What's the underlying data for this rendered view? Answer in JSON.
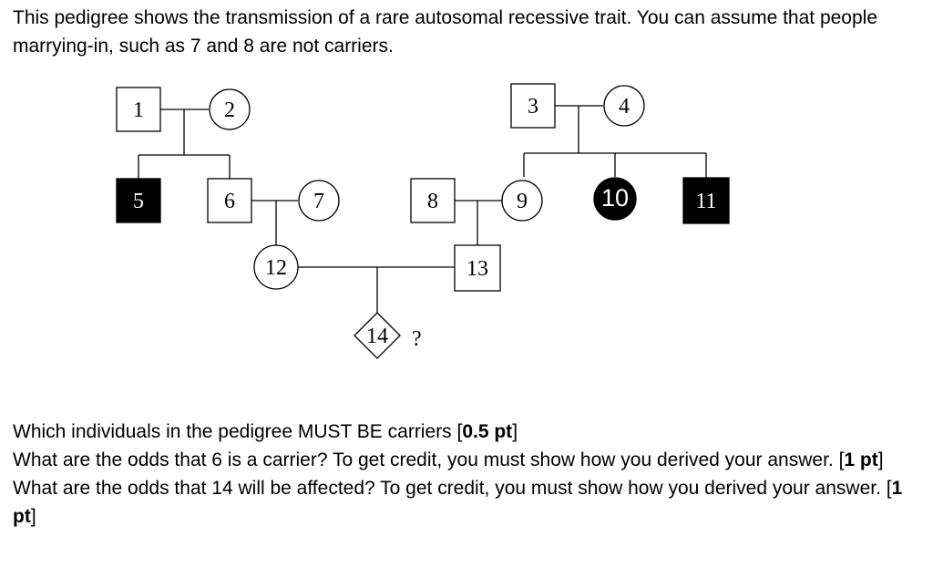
{
  "intro": "This pedigree shows the transmission of a rare autosomal recessive trait. You can assume that people marrying-in, such as 7 and 8 are not carriers.",
  "pedigree": {
    "individuals": [
      {
        "id": "1",
        "shape": "square",
        "affected": false
      },
      {
        "id": "2",
        "shape": "circle",
        "affected": false
      },
      {
        "id": "3",
        "shape": "square",
        "affected": false
      },
      {
        "id": "4",
        "shape": "circle",
        "affected": false
      },
      {
        "id": "5",
        "shape": "square",
        "affected": true
      },
      {
        "id": "6",
        "shape": "square",
        "affected": false
      },
      {
        "id": "7",
        "shape": "circle",
        "affected": false
      },
      {
        "id": "8",
        "shape": "square",
        "affected": false
      },
      {
        "id": "9",
        "shape": "circle",
        "affected": false
      },
      {
        "id": "10",
        "shape": "circle",
        "affected": true
      },
      {
        "id": "11",
        "shape": "square",
        "affected": true
      },
      {
        "id": "12",
        "shape": "circle",
        "affected": false
      },
      {
        "id": "13",
        "shape": "square",
        "affected": false
      },
      {
        "id": "14",
        "shape": "diamond",
        "affected": false
      }
    ],
    "unknown_mark": "?"
  },
  "questions": [
    {
      "text": "Which individuals in the pedigree MUST BE carriers [",
      "points": "0.5 pt",
      "suffix": "]"
    },
    {
      "text": "What are the odds that 6 is a carrier? To get credit, you must show how you derived your answer. [",
      "points": "1 pt",
      "suffix": "]"
    },
    {
      "text": "What are the odds that 14 will be affected? To get credit, you must show how you derived your answer. [",
      "points": "1 pt",
      "suffix": "]"
    }
  ]
}
